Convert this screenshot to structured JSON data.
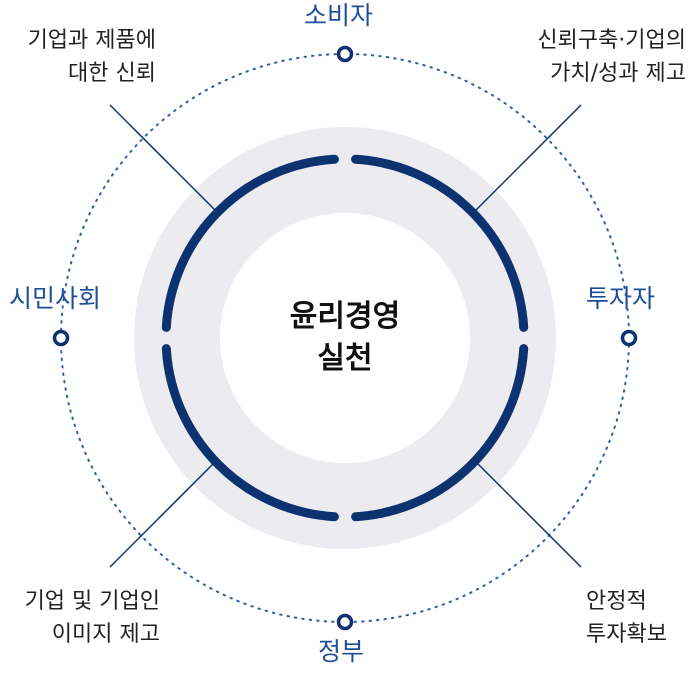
{
  "center": {
    "line1": "윤리경영",
    "line2": "실천"
  },
  "nodes": {
    "top": "소비자",
    "right": "투자자",
    "bottom": "정부",
    "left": "시민사회"
  },
  "benefits": {
    "top_left": {
      "line1": "기업과 제품에",
      "line2": "대한 신뢰"
    },
    "top_right": {
      "line1": "신뢰구축·기업의",
      "line2": "가치/성과 제고"
    },
    "bottom_left": {
      "line1": "기업 및 기업인",
      "line2": "이미지 제고"
    },
    "bottom_right": {
      "line1": "안정적",
      "line2": "투자확보"
    }
  },
  "colors": {
    "navy": "#0d3270",
    "node_text": "#1f4e98",
    "band": "#ececf0",
    "dots": "#2f5ea8"
  }
}
